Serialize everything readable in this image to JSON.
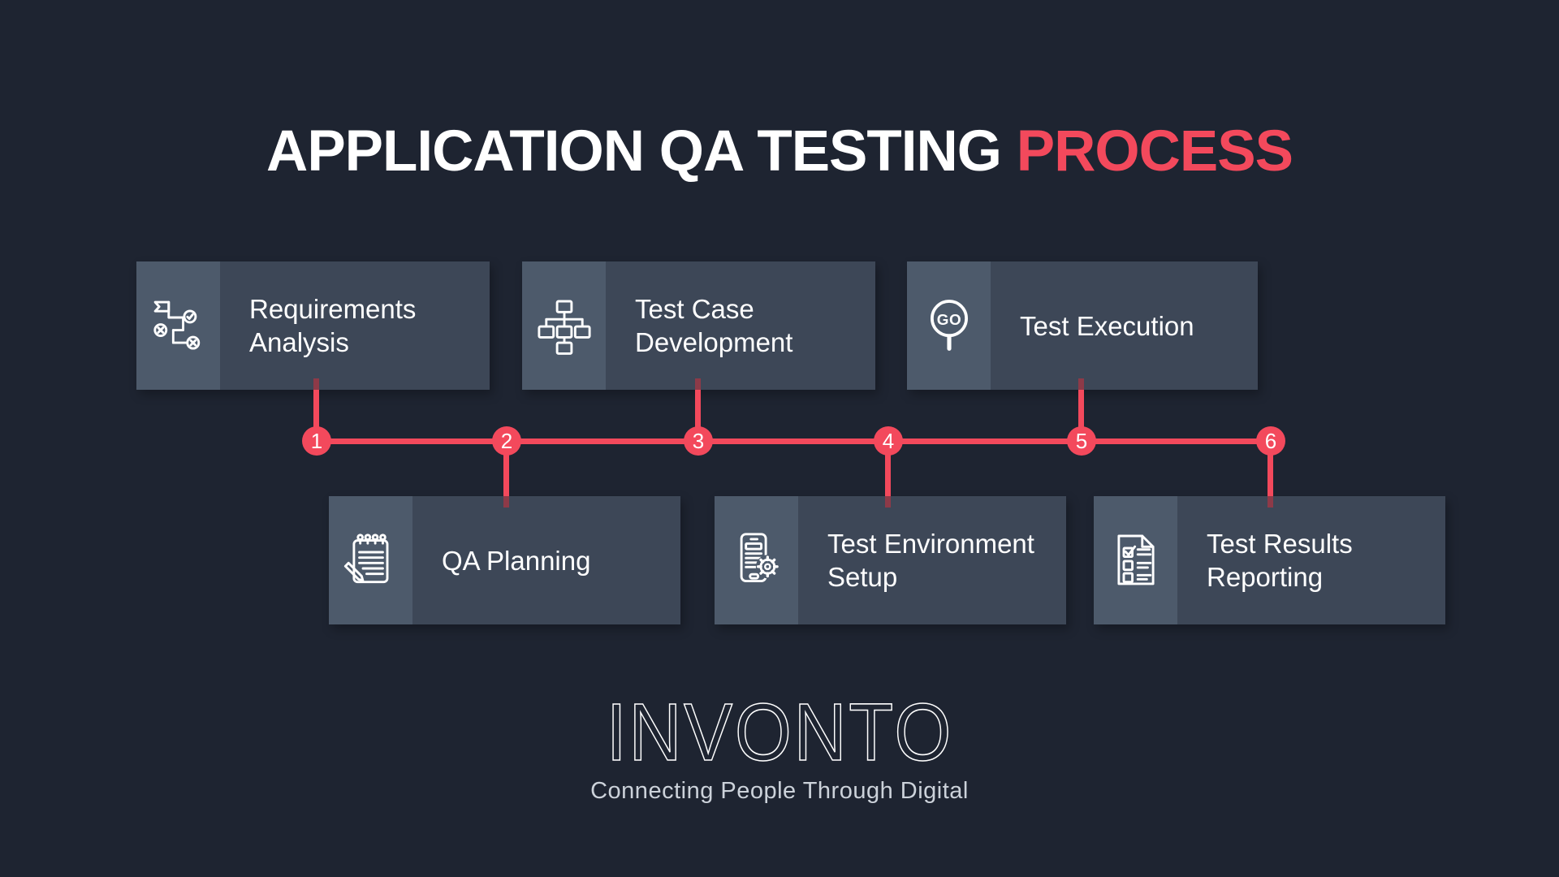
{
  "title": {
    "text_primary": "APPLICATION QA TESTING",
    "text_accent": "PROCESS"
  },
  "steps": [
    {
      "number": "1",
      "row": "top",
      "icon": "flag-flowchart-icon",
      "title_lines": [
        "Requirements",
        "Analysis"
      ]
    },
    {
      "number": "2",
      "row": "bottom",
      "icon": "notepad-pencil-icon",
      "title_lines": [
        "QA Planning"
      ]
    },
    {
      "number": "3",
      "row": "top",
      "icon": "sitemap-icon",
      "title_lines": [
        "Test Case",
        "Development"
      ]
    },
    {
      "number": "4",
      "row": "bottom",
      "icon": "phone-gear-icon",
      "title_lines": [
        "Test Environment",
        "Setup"
      ]
    },
    {
      "number": "5",
      "row": "top",
      "icon": "go-sign-icon",
      "title_lines": [
        "Test Execution"
      ]
    },
    {
      "number": "6",
      "row": "bottom",
      "icon": "checklist-document-icon",
      "title_lines": [
        "Test Results",
        "Reporting"
      ]
    }
  ],
  "go_icon_label": "GO",
  "footer": {
    "logo": "INVONTO",
    "tagline": "Connecting People Through Digital"
  },
  "colors": {
    "background": "#1e2431",
    "card_body": "#3d4757",
    "card_icon_panel": "#4d5a6b",
    "accent_red": "#f3495c",
    "connector_dark_red": "#8d3a48",
    "text_white": "#ffffff",
    "tagline_gray": "#ccd2da"
  }
}
